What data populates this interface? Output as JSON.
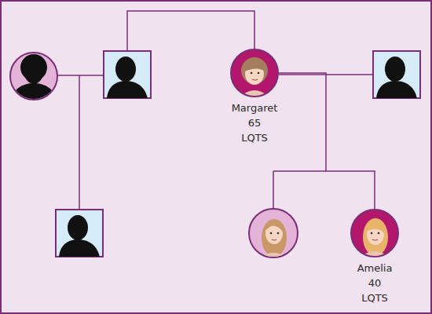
{
  "diagram": {
    "nodes": [
      {
        "text": [
          "Margaret",
          "65",
          "LQTS"
        ]
      },
      {
        "text": [
          "Amelia",
          "40",
          "LQTS"
        ]
      }
    ],
    "edges": [
      {
        "from": 0,
        "to": 1,
        "arrow": "none"
      }
    ]
  }
}
